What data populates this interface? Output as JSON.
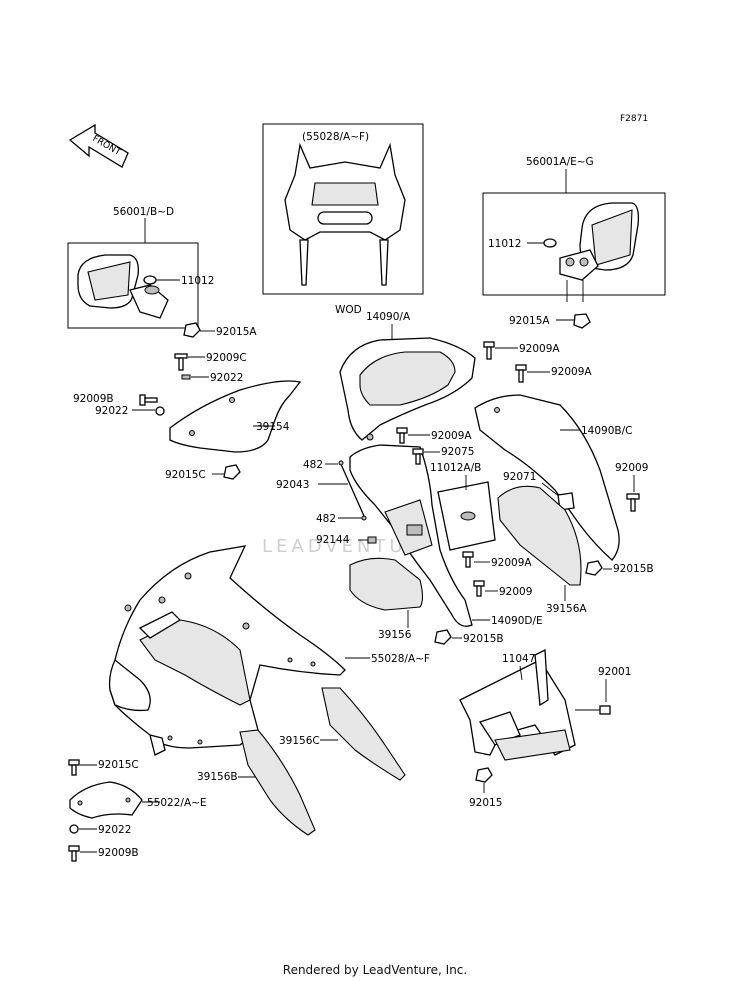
{
  "diagram_id": "F2871",
  "front_label": "FRONT",
  "windshield_box_label": "(55028/A~F)",
  "wod_label": "WOD",
  "watermark": "LEADVENTURE",
  "footer": "Rendered by LeadVenture, Inc.",
  "labels": {
    "mirror_left": "56001/B~D",
    "mirror_right": "56001A/E~G",
    "p11012_left": "11012",
    "p11012_right": "11012",
    "p92015A_left": "92015A",
    "p92015A_right": "92015A",
    "p92009C": "92009C",
    "p92022_top": "92022",
    "p92009B_top": "92009B",
    "p92022_left": "92022",
    "p39154": "39154",
    "p92015C_mid": "92015C",
    "p14090A": "14090/A",
    "p92009A_1": "92009A",
    "p92009A_2": "92009A",
    "p92009A_3": "92009A",
    "p92009A_4": "92009A",
    "p14090BC": "14090B/C",
    "p92075": "92075",
    "p11012AB": "11012A/B",
    "p92071": "92071",
    "p92009_right": "92009",
    "p482_top": "482",
    "p92043": "92043",
    "p482_bot": "482",
    "p92144": "92144",
    "p92015B_right": "92015B",
    "p92009_mid": "92009",
    "p39156A": "39156A",
    "p14090DE": "14090D/E",
    "p39156": "39156",
    "p92015B_mid": "92015B",
    "p55028": "55028/A~F",
    "p11047": "11047",
    "p92001": "92001",
    "p39156C": "39156C",
    "p39156B": "39156B",
    "p92015_bot": "92015",
    "p92015C_bot": "92015C",
    "p55022": "55022/A~E",
    "p92022_bot": "92022",
    "p92009B_bot": "92009B"
  }
}
